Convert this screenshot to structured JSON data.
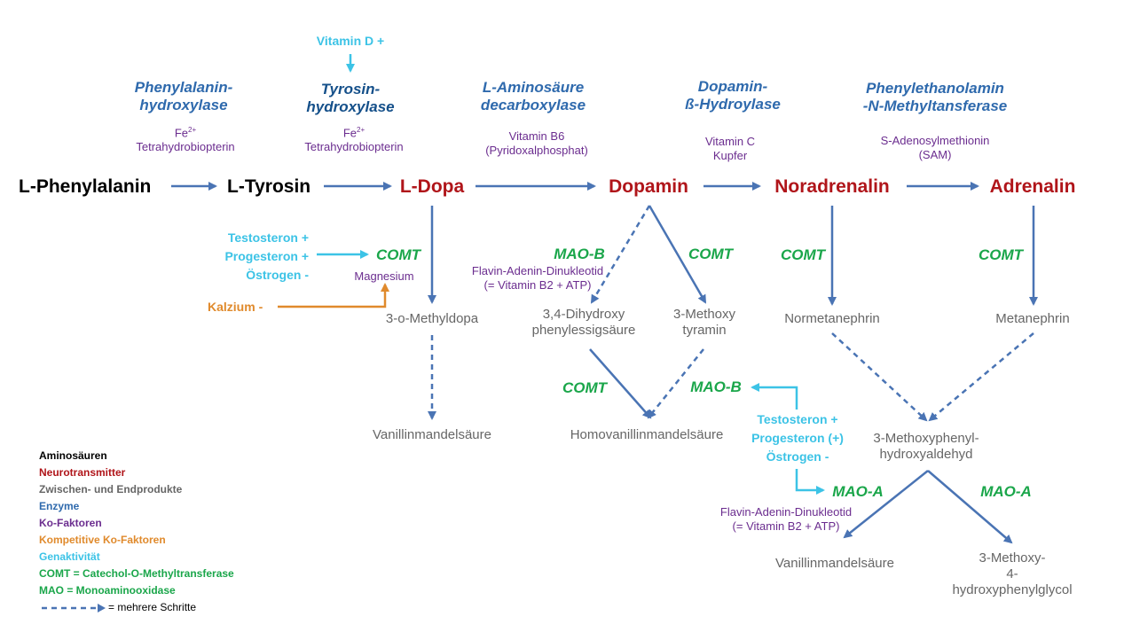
{
  "amino_acids": {
    "phenylalanine": "L-Phenylalanin",
    "tyrosine": "L-Tyrosin"
  },
  "neurotransmitters": {
    "ldopa": "L-Dopa",
    "dopamine": "Dopamin",
    "noradrenaline": "Noradrenalin",
    "adrenaline": "Adrenalin"
  },
  "enzymes": {
    "pah": [
      "Phenylalanin-",
      "hydroxylase"
    ],
    "th": [
      "Tyrosin-",
      "hydroxylase"
    ],
    "aadc": [
      "L-Aminosäure",
      "decarboxylase"
    ],
    "dbh": [
      "Dopamin-",
      "ß-Hydroylase"
    ],
    "pnmt": [
      "Phenylethanolamin",
      "-N-Methyltansferase"
    ]
  },
  "cofactors": {
    "pah": [
      "Fe",
      "2+",
      "Tetrahydrobiopterin"
    ],
    "th": [
      "Fe",
      "2+",
      "Tetrahydrobiopterin"
    ],
    "aadc": [
      "Vitamin B6",
      "(Pyridoxalphosphat)"
    ],
    "dbh": [
      "Vitamin C",
      "Kupfer"
    ],
    "pnmt": [
      "S-Adenosylmethionin",
      "(SAM)"
    ],
    "comt_ldopa": "Magnesium",
    "maob_dopamine": [
      "Flavin-Adenin-Dinukleotid",
      "(= Vitamin B2 + ATP)"
    ],
    "maoa_bottom": [
      "Flavin-Adenin-Dinukleotid",
      "(= Vitamin B2 + ATP)"
    ]
  },
  "gene_activity": {
    "vitamin_d": "Vitamin D +",
    "left_hormones": [
      "Testosteron +",
      "Progesteron +",
      "Östrogen -"
    ],
    "right_hormones": [
      "Testosteron +",
      "Progesteron (+)",
      "Östrogen -"
    ]
  },
  "competitive_cofactor": "Kalzium -",
  "comt_maos": {
    "comt1": "COMT",
    "comt2": "COMT",
    "comt3": "COMT",
    "comt4": "COMT",
    "comt5": "COMT",
    "maob1": "MAO-B",
    "maob2": "MAO-B",
    "maoa1": "MAO-A",
    "maoa2": "MAO-A"
  },
  "products": {
    "methyldopa": "3-o-Methyldopa",
    "dopac": [
      "3,4-Dihydroxy",
      "phenylessigsäure"
    ],
    "methoxytyramine": [
      "3-Methoxy",
      "tyramin"
    ],
    "normetanephrine": "Normetanephrin",
    "metanephrine": "Metanephrin",
    "vma_left": "Vanillinmandelsäure",
    "hva": "Homovanillinmandelsäure",
    "mhpa": [
      "3-Methoxyphenyl-",
      "hydroxyaldehyd"
    ],
    "vma_bottom": "Vanillinmandelsäure",
    "mhpg": [
      "3-Methoxy-",
      "4-hydroxyphenylglycol"
    ]
  },
  "legend": [
    {
      "label": "Aminosäuren",
      "color": "#000000"
    },
    {
      "label": "Neurotransmitter",
      "color": "#b0151a"
    },
    {
      "label": "Zwischen- und Endprodukte",
      "color": "#666666"
    },
    {
      "label": "Enzyme",
      "color": "#2f6aad"
    },
    {
      "label": "Ko-Faktoren",
      "color": "#6b2d8f"
    },
    {
      "label": "Kompetitive Ko-Faktoren",
      "color": "#e08a2c"
    },
    {
      "label": "Genaktivität",
      "color": "#3cc3e6"
    },
    {
      "label": "COMT = Catechol-O-Methyltransferase",
      "color": "#1aa64a"
    },
    {
      "label": "MAO =  Monoaminooxidase",
      "color": "#1aa64a"
    }
  ],
  "legend_dashed": "= mehrere Schritte",
  "colors": {
    "arrow_blue": "#4a74b4",
    "arrow_cyan": "#3cc3e6",
    "arrow_orange": "#e08a2c"
  }
}
